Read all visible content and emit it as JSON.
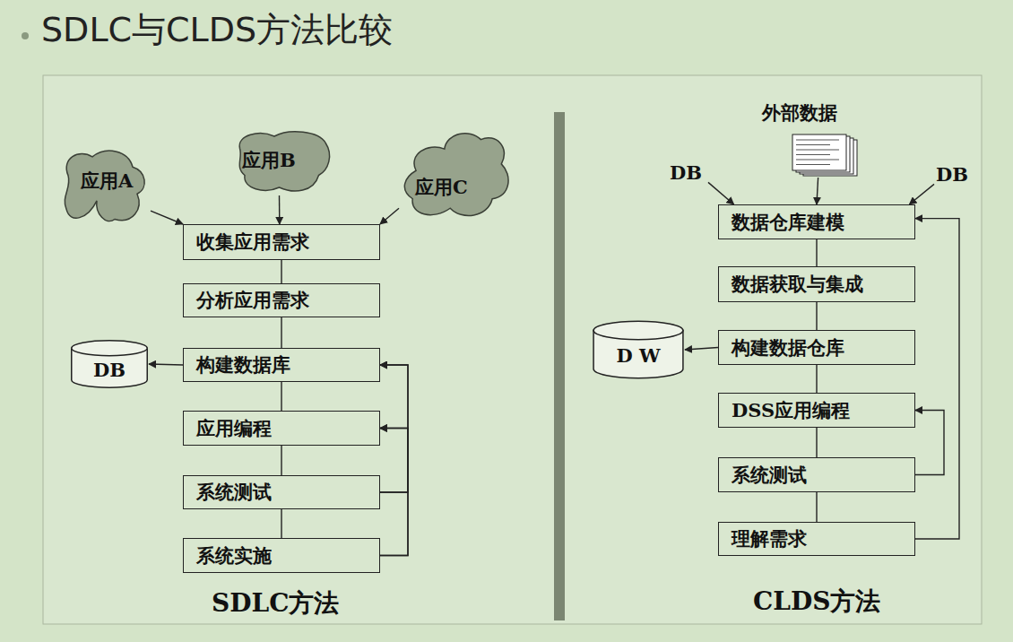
{
  "diagram": {
    "title": "SDLC与CLDS方法比较",
    "nodes": [
      {
        "text": [
          "应用A"
        ]
      },
      {
        "text": [
          "应用B"
        ]
      },
      {
        "text": [
          "应用C"
        ]
      },
      {
        "text": [
          "收集应用需求"
        ]
      },
      {
        "text": [
          "分析应用需求"
        ]
      },
      {
        "text": [
          "DB"
        ]
      },
      {
        "text": [
          "构建数据库"
        ]
      },
      {
        "text": [
          "应用编程"
        ]
      },
      {
        "text": [
          "系统测试"
        ]
      },
      {
        "text": [
          "系统实施"
        ]
      },
      {
        "text": [
          "外部数据"
        ]
      },
      {
        "text": [
          "DB"
        ]
      },
      {
        "text": [
          "DB"
        ]
      },
      {
        "text": [
          "数据仓库建模"
        ]
      },
      {
        "text": [
          "数据获取与集成"
        ]
      },
      {
        "text": [
          "D W"
        ]
      },
      {
        "text": [
          "构建数据仓库"
        ]
      },
      {
        "text": [
          "DSS应用编程"
        ]
      },
      {
        "text": [
          "系统测试"
        ]
      },
      {
        "text": [
          "理解需求"
        ]
      }
    ],
    "edges": [
      {
        "from": 0,
        "to": 3,
        "arrow": "to"
      },
      {
        "from": 1,
        "to": 3,
        "arrow": "to"
      },
      {
        "from": 2,
        "to": 3,
        "arrow": "to"
      },
      {
        "from": 3,
        "to": 4,
        "arrow": "none"
      },
      {
        "from": 4,
        "to": 6,
        "arrow": "none"
      },
      {
        "from": 6,
        "to": 5,
        "arrow": "to"
      },
      {
        "from": 6,
        "to": 7,
        "arrow": "none"
      },
      {
        "from": 7,
        "to": 8,
        "arrow": "none"
      },
      {
        "from": 8,
        "to": 9,
        "arrow": "none"
      },
      {
        "from": 8,
        "to": 6,
        "arrow": "to"
      },
      {
        "from": 8,
        "to": 7,
        "arrow": "to"
      },
      {
        "from": 9,
        "to": 6,
        "arrow": "to"
      },
      {
        "from": 9,
        "to": 7,
        "arrow": "to"
      },
      {
        "from": 10,
        "to": 13,
        "arrow": "to"
      },
      {
        "from": 11,
        "to": 13,
        "arrow": "to"
      },
      {
        "from": 12,
        "to": 13,
        "arrow": "to"
      },
      {
        "from": 13,
        "to": 14,
        "arrow": "none"
      },
      {
        "from": 14,
        "to": 16,
        "arrow": "none"
      },
      {
        "from": 16,
        "to": 15,
        "arrow": "to"
      },
      {
        "from": 16,
        "to": 17,
        "arrow": "none"
      },
      {
        "from": 17,
        "to": 18,
        "arrow": "none"
      },
      {
        "from": 18,
        "to": 19,
        "arrow": "none"
      },
      {
        "from": 18,
        "to": 17,
        "arrow": "to"
      },
      {
        "from": 19,
        "to": 13,
        "arrow": "to"
      }
    ],
    "labels": [
      "SDLC方法",
      "CLDS方法"
    ]
  }
}
